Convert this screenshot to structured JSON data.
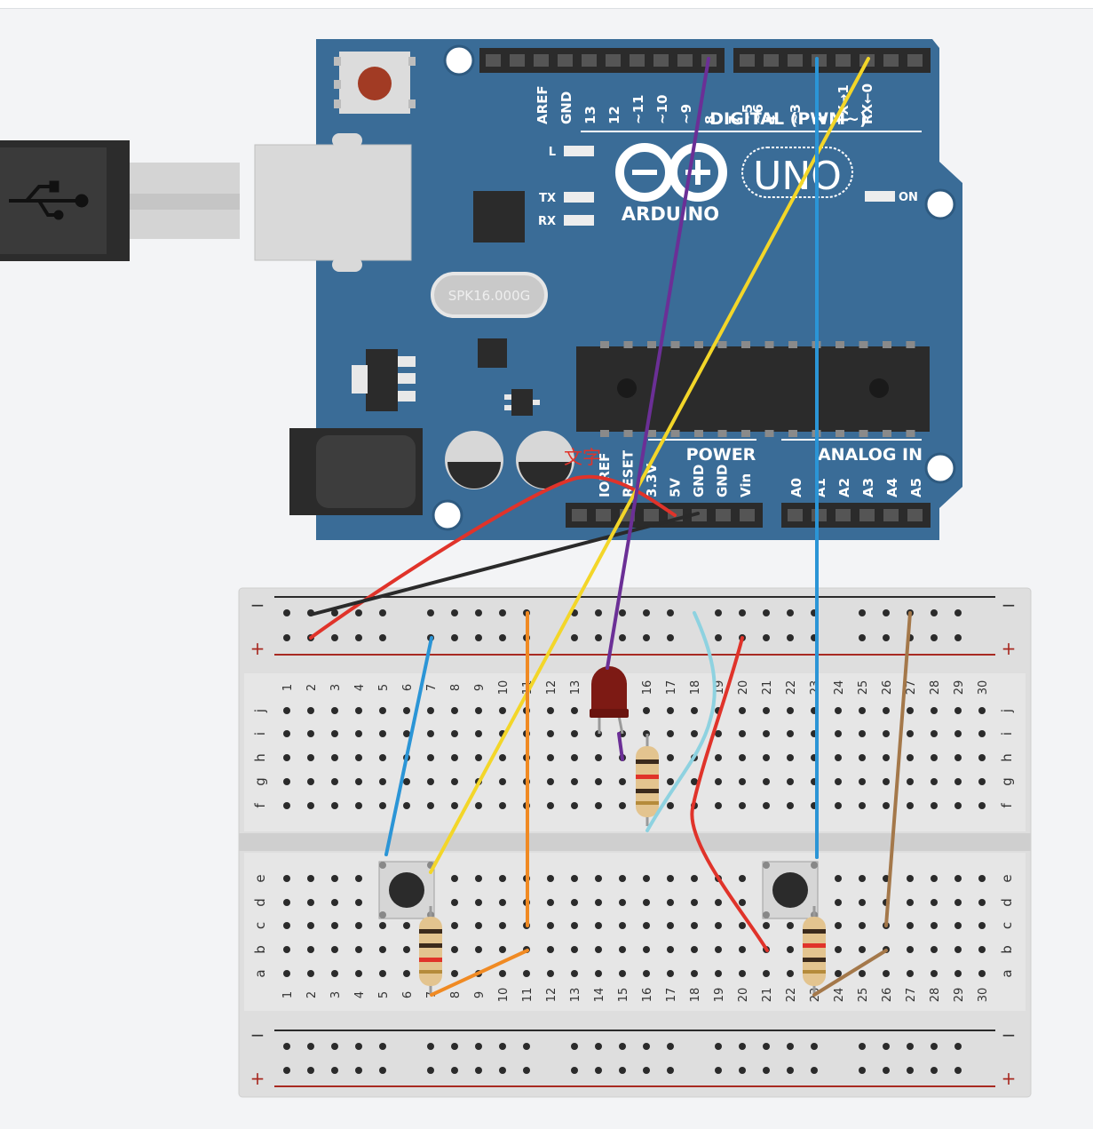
{
  "board": {
    "brand": "ARDUINO",
    "model": "UNO",
    "crystal": "SPK16.000G",
    "indicator_labels": [
      "L",
      "TX",
      "RX",
      "ON"
    ],
    "digital_pin_labels": [
      "AREF",
      "GND",
      "13",
      "12",
      "~11",
      "~10",
      "~9",
      "8",
      "7",
      "~6",
      "~5",
      "4",
      "~3",
      "2",
      "TX→1",
      "RX←0"
    ],
    "digital_header": "DIGITAL (PWM~)",
    "power_header": "POWER",
    "analog_header": "ANALOG IN",
    "power_pin_labels": [
      "IOREF",
      "RESET",
      "3.3V",
      "5V",
      "GND",
      "GND",
      "Vin"
    ],
    "analog_pin_labels": [
      "A0",
      "A1",
      "A2",
      "A3",
      "A4",
      "A5"
    ],
    "annotation": "文字"
  },
  "breadboard": {
    "columns": 30,
    "upper_row_letters": [
      "j",
      "i",
      "h",
      "g",
      "f"
    ],
    "lower_row_letters": [
      "e",
      "d",
      "c",
      "b",
      "a"
    ],
    "rail_minus": "−",
    "rail_plus": "+"
  },
  "colors": {
    "board": "#3a6c97",
    "wire_red": "#e0332a",
    "wire_black": "#2a2a2a",
    "wire_yellow": "#f3d629",
    "wire_purple": "#6b2f96",
    "wire_blue": "#2b95d6",
    "wire_orange": "#f08a23",
    "wire_lightblue": "#8ed2e0",
    "wire_brown": "#a4784a",
    "led": "#7d1a14"
  }
}
